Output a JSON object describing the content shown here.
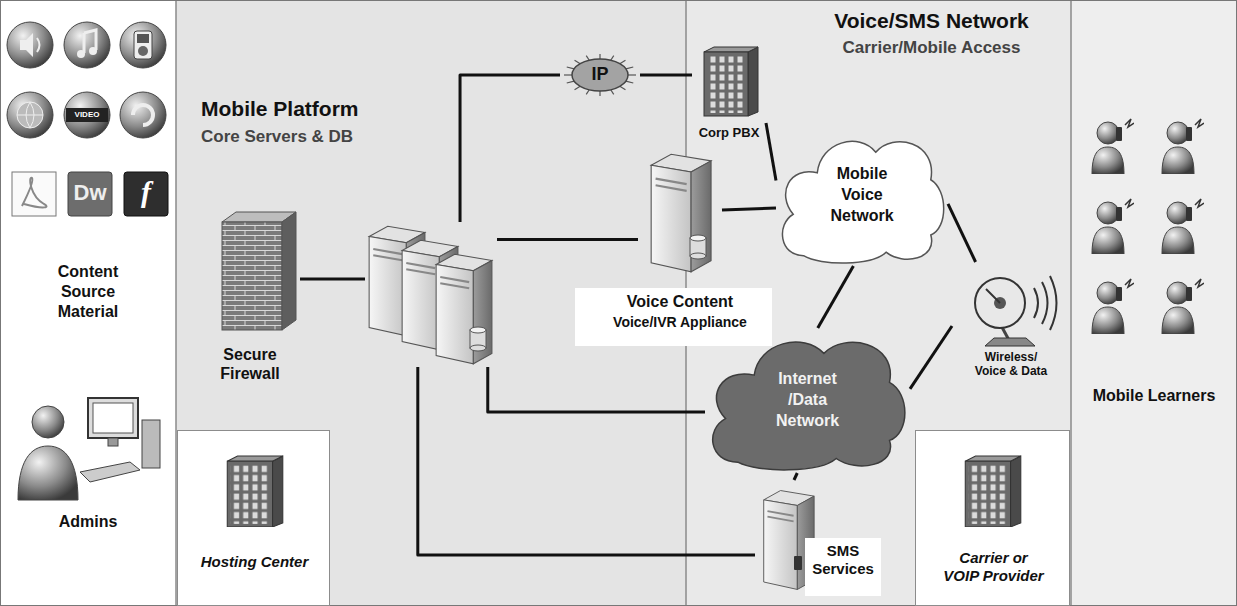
{
  "diagram": {
    "nodes": [
      {
        "text": [
          "Mobile Platform",
          "Core Servers & DB"
        ]
      },
      {
        "text": [
          "Secure Firewall"
        ],
        "in": 0
      },
      {
        "text": [],
        "in": 0
      },
      {
        "text": [
          "IP"
        ],
        "in": 0
      },
      {
        "text": [
          "Voice Content",
          "Voice/IVR Appliance"
        ],
        "in": 0
      },
      {
        "text": [
          "Hosting Center"
        ],
        "in": 0
      },
      {
        "text": [
          "Voice/SMS Network",
          "Carrier/Mobile Access"
        ]
      },
      {
        "text": [
          "Corp PBX"
        ],
        "in": 6
      },
      {
        "text": [
          "Mobile Voice Network"
        ],
        "in": 6
      },
      {
        "text": [
          "Internet /Data Network"
        ],
        "in": 6
      },
      {
        "text": [
          "Wireless/ Voice & Data"
        ],
        "in": 6
      },
      {
        "text": [
          "SMS Services"
        ],
        "in": 6
      },
      {
        "text": [
          "Carrier or VOIP Provider"
        ],
        "in": 6
      },
      {
        "text": [
          "Mobile Learners"
        ]
      }
    ],
    "edges": [
      {
        "from": 1,
        "to": 2,
        "arrow": "none"
      },
      {
        "from": 2,
        "to": 3,
        "arrow": "none"
      },
      {
        "from": 3,
        "to": 7,
        "arrow": "none"
      },
      {
        "from": 2,
        "to": 4,
        "arrow": "none"
      },
      {
        "from": 2,
        "to": 9,
        "arrow": "none"
      },
      {
        "from": 2,
        "to": 11,
        "arrow": "none"
      },
      {
        "from": 7,
        "to": 8,
        "arrow": "none"
      },
      {
        "from": 4,
        "to": 8,
        "arrow": "none"
      },
      {
        "from": 8,
        "to": 9,
        "arrow": "none"
      },
      {
        "from": 8,
        "to": 10,
        "arrow": "none"
      },
      {
        "from": 9,
        "to": 10,
        "arrow": "none"
      },
      {
        "from": 9,
        "to": 11,
        "arrow": "none"
      }
    ],
    "labels": [
      "VIDEO",
      "Dw",
      "f",
      "Content Source Material",
      "Admins"
    ]
  }
}
